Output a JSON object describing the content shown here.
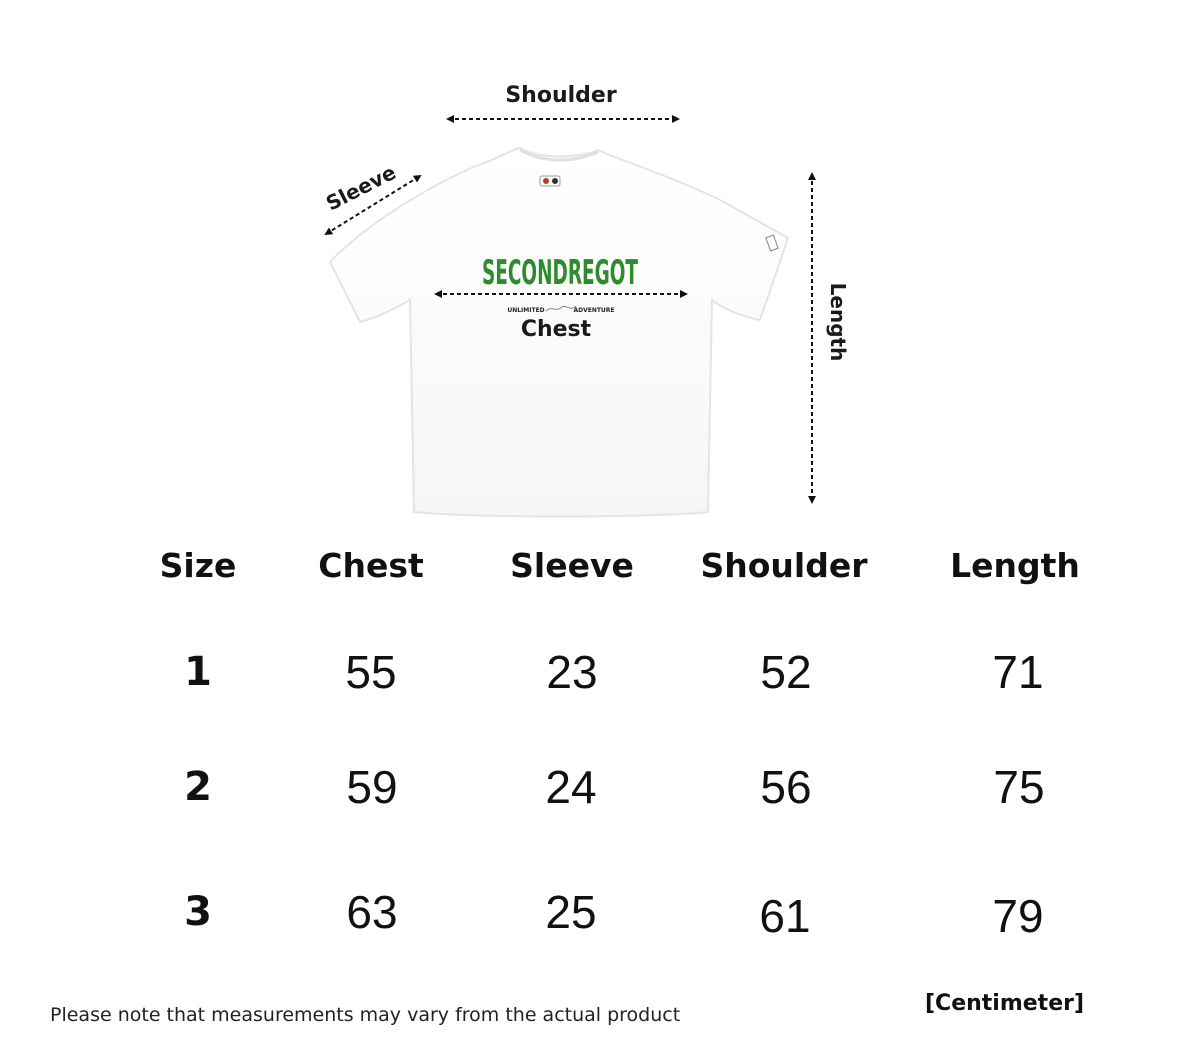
{
  "diagram": {
    "labels": {
      "shoulder": "Shoulder",
      "sleeve": "Sleeve",
      "chest": "Chest",
      "length": "Length"
    },
    "shirt": {
      "brand_text": "SECONDREGOT",
      "brand_color": "#2e8b2e",
      "tagline_left": "UNLIMITED",
      "tagline_right": "ADVENTURE",
      "body_color": "#ffffff"
    }
  },
  "table": {
    "headers": {
      "size": "Size",
      "chest": "Chest",
      "sleeve": "Sleeve",
      "shoulder": "Shoulder",
      "length": "Length"
    },
    "rows": [
      {
        "size": "1",
        "chest": "55",
        "sleeve": "23",
        "shoulder": "52",
        "length": "71"
      },
      {
        "size": "2",
        "chest": "59",
        "sleeve": "24",
        "shoulder": "56",
        "length": "75"
      },
      {
        "size": "3",
        "chest": "63",
        "sleeve": "25",
        "shoulder": "61",
        "length": "79"
      }
    ]
  },
  "footer": {
    "note": "Please note that measurements may vary from the actual product",
    "unit": "[Centimeter]"
  }
}
